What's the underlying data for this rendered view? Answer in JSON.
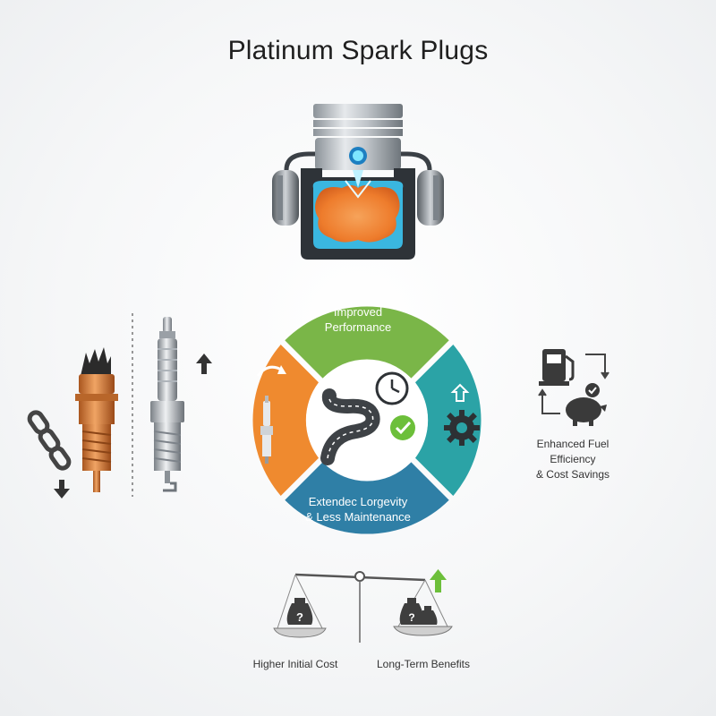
{
  "title": "Platinum Spark Plugs",
  "wheel": {
    "segments": {
      "top": {
        "label_line1": "Improved",
        "label_line2": "Performance",
        "color": "#7ab648"
      },
      "right": {
        "color": "#2ba3a6"
      },
      "bottom": {
        "label_line1": "Extendec Lorgevity",
        "label_line2": "& Less Maintenance",
        "color": "#2f7fa6"
      },
      "left": {
        "color": "#ef8a2f"
      }
    },
    "center_icons": [
      "winding-road-icon",
      "clock-icon",
      "checkmark-icon"
    ],
    "side_icons": [
      "spark-plug-icon",
      "gear-icon",
      "up-arrow-icon"
    ]
  },
  "fuel": {
    "line1": "Enhanced Fuel Efficiency",
    "line2": "& Cost Savings",
    "icons": [
      "fuel-pump-icon",
      "piggy-bank-icon",
      "cycle-arrows-icon"
    ]
  },
  "cost": {
    "left_label": "Higher Initial Cost",
    "right_label": "Long-Term Benefits",
    "left_bag_symbol": "?",
    "right_bag_symbol": "?"
  },
  "colors": {
    "orange": "#ef8a2f",
    "green": "#7ab648",
    "teal": "#2ba3a6",
    "blue": "#2f7fa6",
    "copper": "#d4803a",
    "dark": "#3a3a3a"
  }
}
